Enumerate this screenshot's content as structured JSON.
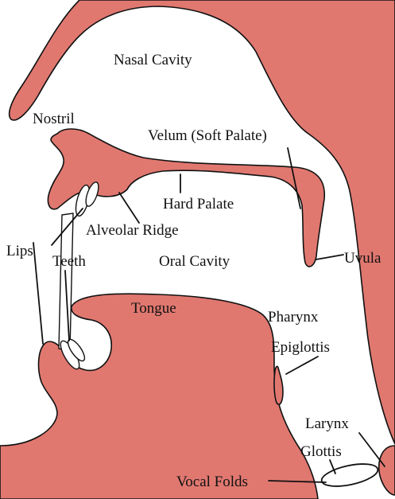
{
  "diagram": {
    "tissue_color": "#e07870",
    "outline_color": "#111111",
    "labels": {
      "nasal_cavity": "Nasal Cavity",
      "nostril": "Nostril",
      "velum": "Velum (Soft Palate)",
      "hard_palate": "Hard Palate",
      "alveolar_ridge": "Alveolar Ridge",
      "lips": "Lips",
      "teeth": "Teeth",
      "oral_cavity": "Oral Cavity",
      "uvula": "Uvula",
      "tongue": "Tongue",
      "pharynx": "Pharynx",
      "epiglottis": "Epiglottis",
      "larynx": "Larynx",
      "glottis": "Glottis",
      "vocal_folds": "Vocal Folds"
    }
  }
}
